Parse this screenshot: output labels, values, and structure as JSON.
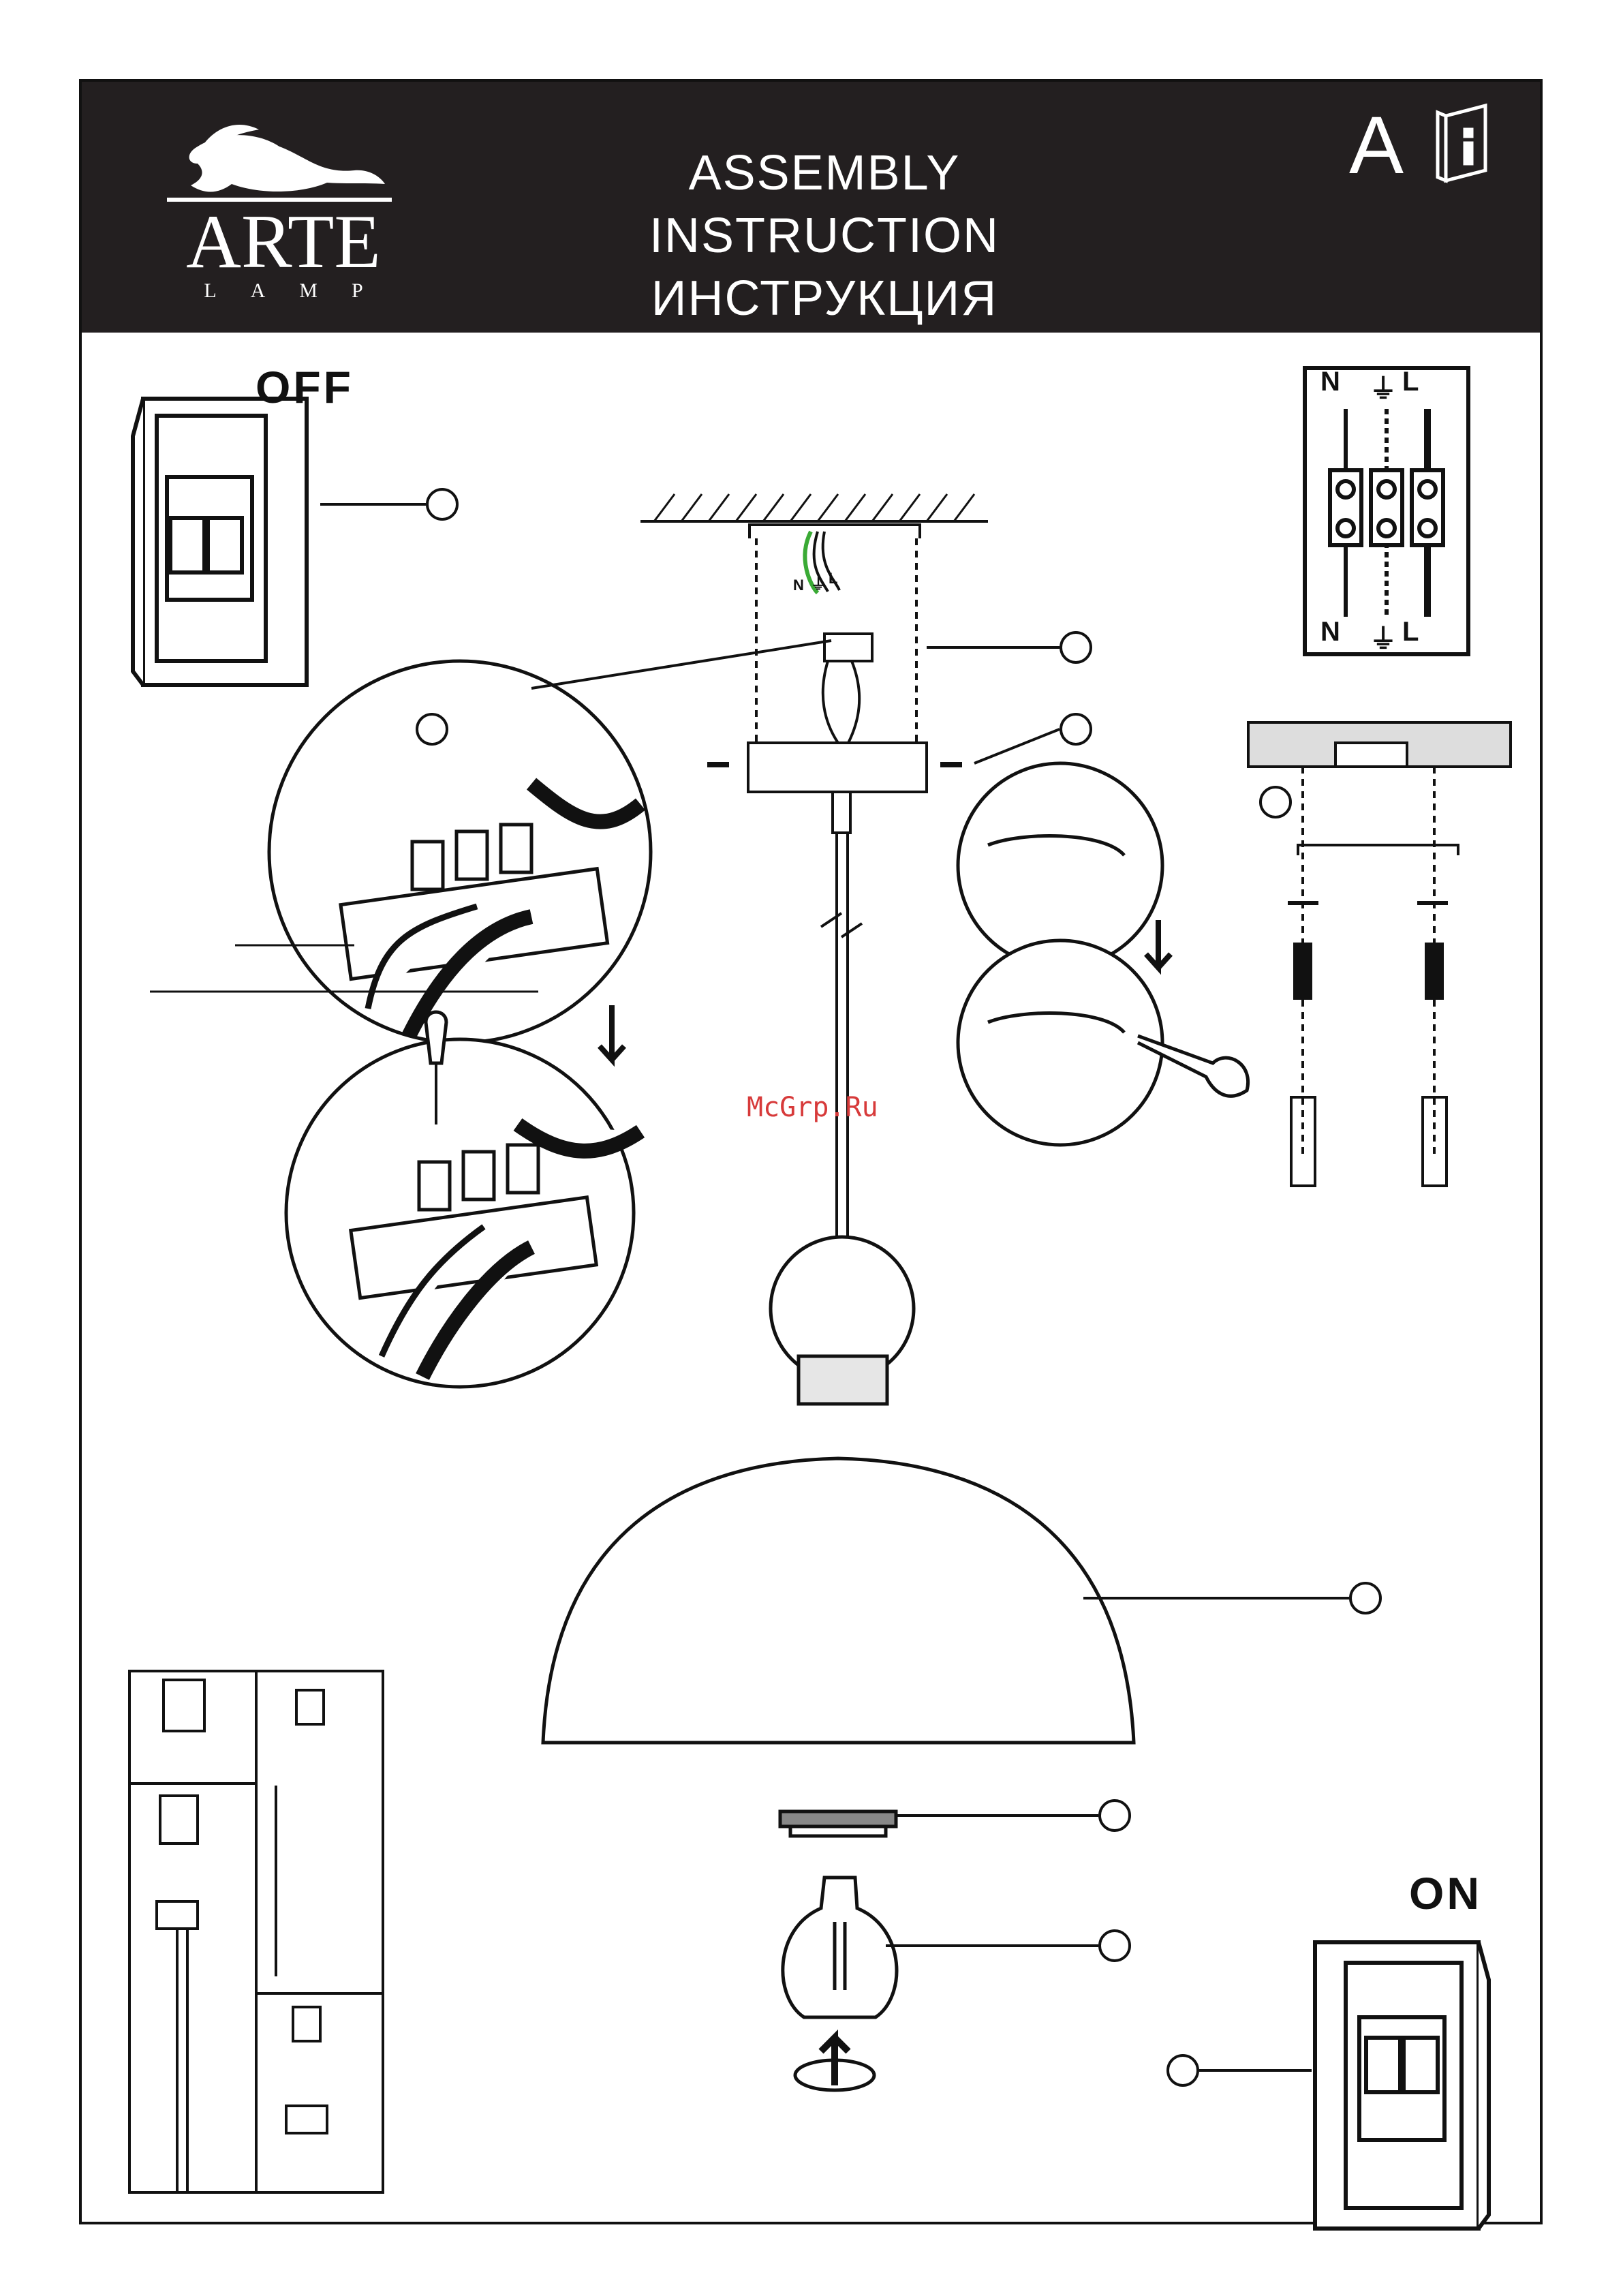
{
  "header": {
    "title_en": "ASSEMBLY  INSTRUCTION",
    "title_ru": "ИНСТРУКЦИЯ",
    "brand": "ARTE",
    "brand_sub": "LAMP",
    "section": "A",
    "info_icon": "info-book-icon"
  },
  "switch_off": {
    "label": "OFF"
  },
  "switch_on": {
    "label": "ON"
  },
  "terminal": {
    "top": [
      "N",
      "⏚",
      "L"
    ],
    "bottom": [
      "N",
      "⏚",
      "L"
    ]
  },
  "wire_labels": [
    "N",
    "⏚",
    "L"
  ],
  "watermark": "McGrp.Ru",
  "colors": {
    "header_bg": "#231f20",
    "ink": "#111111",
    "watermark": "#d73a3a",
    "wire_green": "#3aaa35"
  }
}
